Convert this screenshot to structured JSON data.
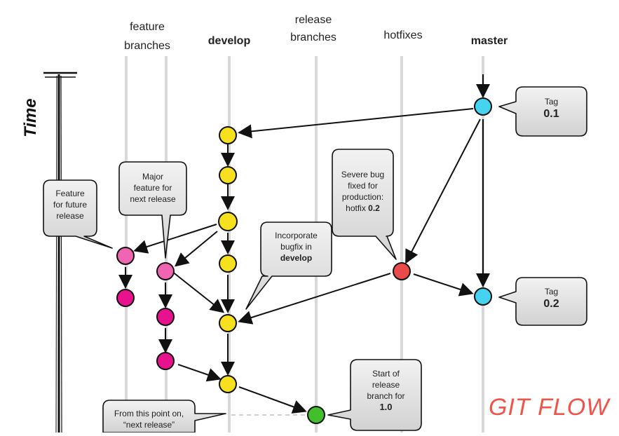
{
  "columns": {
    "feature_line1": "feature",
    "feature_line2": "branches",
    "develop": "develop",
    "release_line1": "release",
    "release_line2": "branches",
    "hotfixes": "hotfixes",
    "master": "master"
  },
  "axis": {
    "time": "Time"
  },
  "watermark": "GIT FLOW",
  "callouts": {
    "future_feature": [
      "Feature",
      "for future",
      "release"
    ],
    "major_feature": [
      "Major",
      "feature for",
      "next release"
    ],
    "severe_bug": {
      "lines": [
        "Severe bug",
        "fixed for",
        "production:"
      ],
      "prefix": "hotfix",
      "version": "0.2"
    },
    "incorporate": {
      "lines": [
        "Incorporate",
        "bugfix in"
      ],
      "emphasis": "develop"
    },
    "start_release": {
      "lines": [
        "Start of",
        "release",
        "branch for"
      ],
      "version": "1.0"
    },
    "from_point": {
      "lines": [
        "From this point on,",
        "“next release”"
      ]
    }
  },
  "tags": [
    {
      "label": "Tag",
      "version": "0.1"
    },
    {
      "label": "Tag",
      "version": "0.2"
    }
  ],
  "colors": {
    "develop": "#f7e11e",
    "feature": "#e8128f",
    "feature_light": "#f064b2",
    "release": "#41c02b",
    "hotfix": "#e94a4a",
    "master": "#46d3ef",
    "callout_fill": "#e3e3e3",
    "lane": "#d6d6d6",
    "accent": "#f0534a"
  }
}
